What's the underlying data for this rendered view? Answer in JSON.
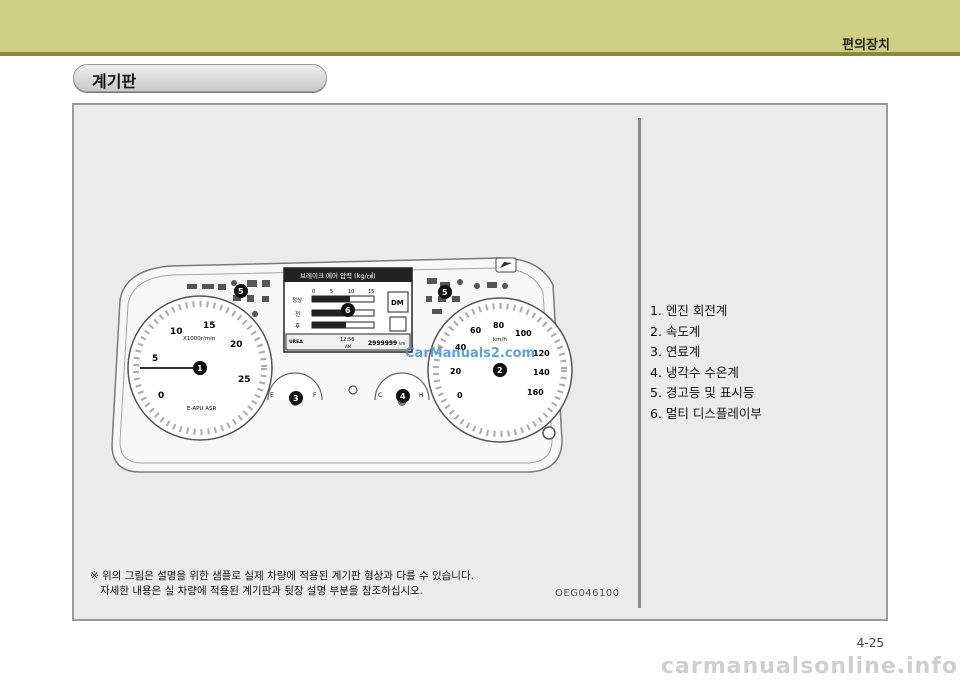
{
  "header": {
    "chapter": "편의장치"
  },
  "section": {
    "title": "계기판"
  },
  "cluster": {
    "tach_numbers": [
      "0",
      "5",
      "10",
      "15",
      "20",
      "25"
    ],
    "tach_unit": "X1000r/min",
    "tach_indicators": "E-APU ASR",
    "speed_numbers": [
      "0",
      "20",
      "40",
      "60",
      "80",
      "100",
      "120",
      "140",
      "160"
    ],
    "speed_unit": "km/h",
    "fuel_letters": [
      "E",
      "F"
    ],
    "temp_letters": [
      "C",
      "H"
    ],
    "display_title": "브레이크 에어 압력 (kg/㎠)",
    "display_scale": [
      "0",
      "5",
      "10",
      "15"
    ],
    "display_rows": [
      "정상",
      "전",
      "후"
    ],
    "display_urea": "UREA",
    "display_time": "12:56",
    "display_ampm": "AM",
    "display_odo": "2999999",
    "display_odo_unit": "km",
    "display_dm": "DM",
    "callouts": [
      "1",
      "2",
      "3",
      "4",
      "5",
      "5",
      "6"
    ]
  },
  "list": {
    "items": [
      "1. 엔진 회전계",
      "2. 속도계",
      "3. 연료계",
      "4. 냉각수 수온계",
      "5. 경고등 및 표시등",
      "6. 멀티 디스플레이부"
    ]
  },
  "note": {
    "line1": "※ 위의 그림은 설명을 위한 샘플로 실제 차량에 적용된 계기판 형상과 다를 수 있습니다.",
    "line2": "자세한 내용은 실 차량에 적용된 계기판과 뒷장 설명 부분을 참조하십시오."
  },
  "figure_code": "OEG046100",
  "page_number": "4-25",
  "watermark_center": "CarManuals2.com",
  "watermark_footer": "carmanualsonline.info"
}
